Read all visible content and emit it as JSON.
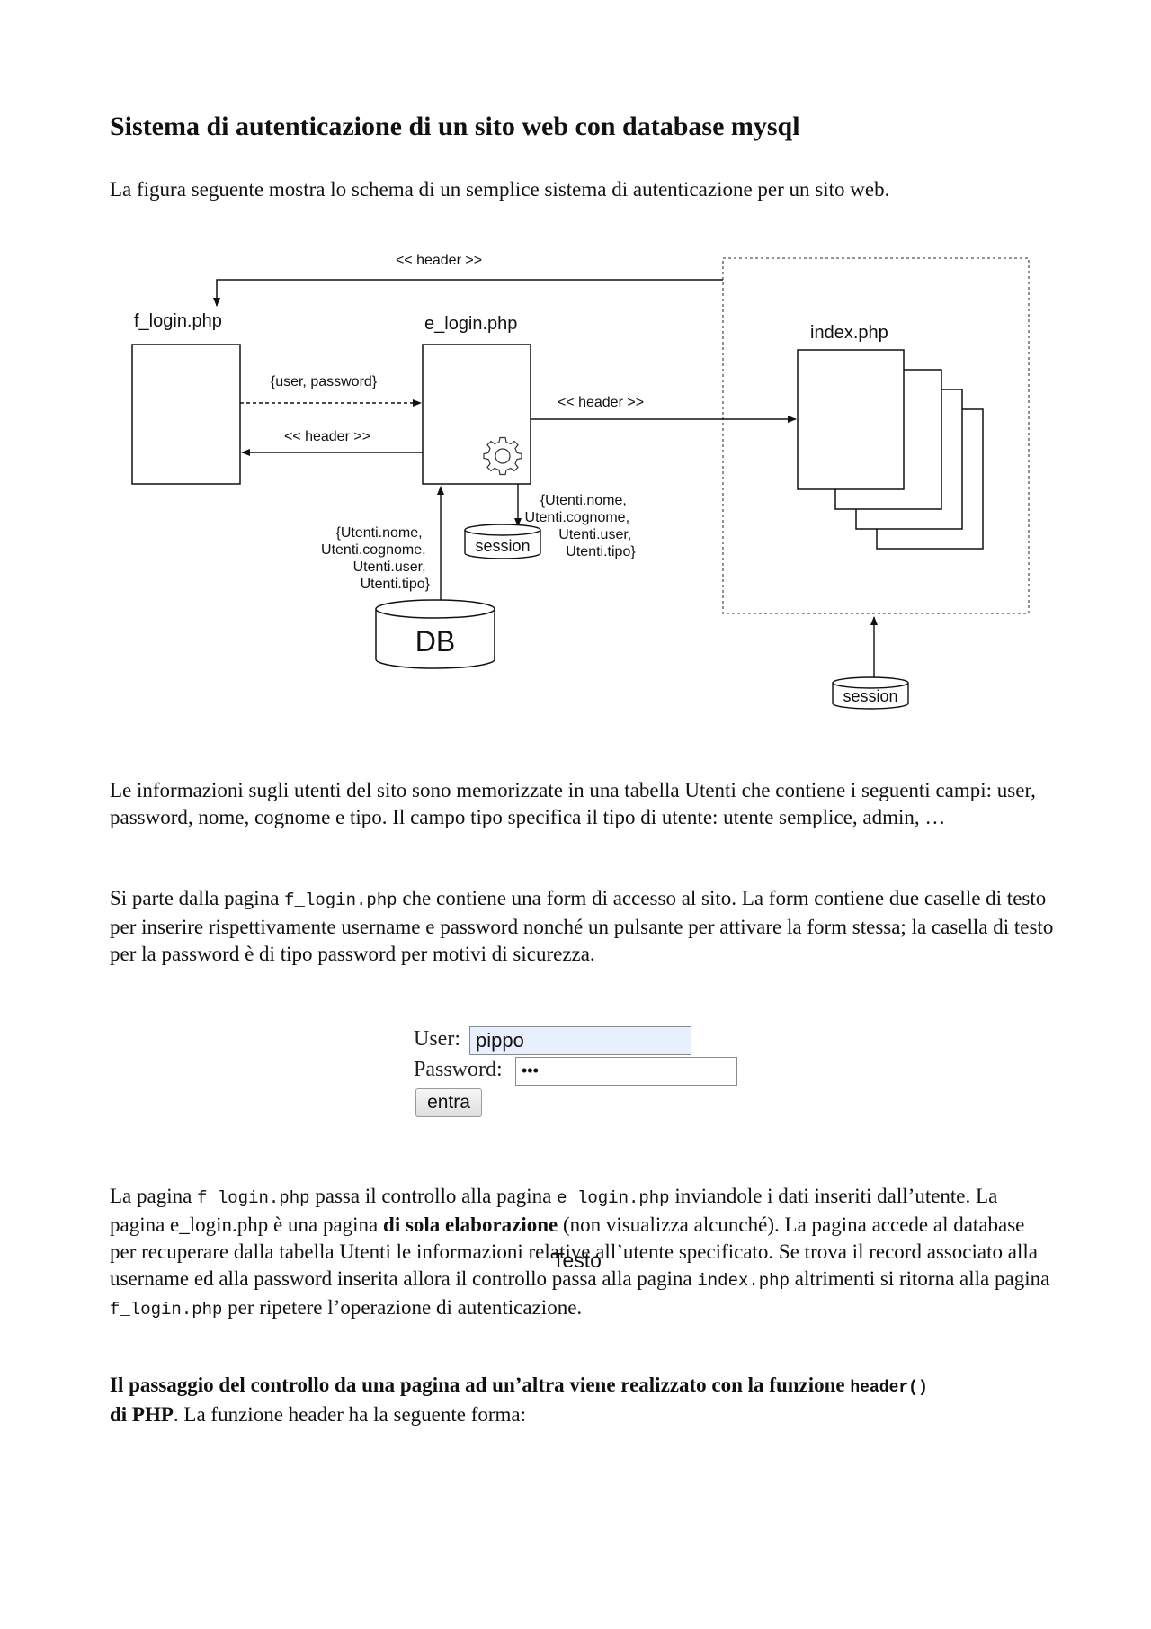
{
  "title": "Sistema di autenticazione di un sito web con database mysql",
  "intro": "La figura seguente mostra lo schema di un semplice sistema di autenticazione per un sito web.",
  "diagram": {
    "top_arrow_label": "<< header >>",
    "f_login_label": "f_login.php",
    "e_login_label": "e_login.php",
    "index_label": "index.php",
    "user_password_label": "{user, password}",
    "header_back_label": "<< header >>",
    "header_forward_label": "<< header >>",
    "db_fields_left": [
      "{Utenti.nome,",
      "Utenti.cognome,",
      "Utenti.user,",
      "Utenti.tipo}"
    ],
    "session_fields_right": [
      "{Utenti.nome,",
      "Utenti.cognome,",
      "Utenti.user,",
      "Utenti.tipo}"
    ],
    "session_label": "session",
    "db_label": "DB",
    "session_bottom_label": "session"
  },
  "para1": "Le informazioni sugli utenti del sito sono memorizzate in una tabella Utenti che contiene i seguenti campi: user, password, nome, cognome e tipo. Il campo tipo specifica il tipo di utente: utente semplice, admin, …",
  "para2": {
    "pre": "Si parte dalla pagina ",
    "code": "f_login.php",
    "post": " che contiene una form di accesso al sito. La form contiene due caselle di testo per inserire rispettivamente username e password nonché un pulsante per attivare la form stessa; la casella di testo per la password è di tipo password per motivi di sicurezza."
  },
  "login_form": {
    "user_label": "User:",
    "user_value": "pippo",
    "password_label": "Password:",
    "password_value": "•••",
    "submit_label": "entra"
  },
  "para3": {
    "s1": "La pagina ",
    "c1": "f_login.php",
    "s2": " passa il controllo alla pagina ",
    "c2": "e_login.php",
    "s3": " inviandole i dati inseriti dall’utente. La pagina e_login.php è una pagina ",
    "b1": "di sola elaborazione",
    "s4": " (non visualizza alcunché).  La pagina accede al database per recuperare dalla tabella Utenti le informazioni relative all’utente specificato. Se trova il record associato alla username ed alla password inserita allora il controllo passa alla pagina ",
    "c3": "index.php",
    "s5": " altrimenti si ritorna alla pagina ",
    "c4": "f_login.php",
    "s6": " per ripetere l’operazione di autenticazione."
  },
  "overlay_text": "Testo",
  "para4": {
    "b1": "Il passaggio del controllo da una pagina ad un’altra viene realizzato con la funzione ",
    "code": "header()",
    "b2": "di PHP",
    "post": ". La funzione header ha la seguente forma:"
  }
}
